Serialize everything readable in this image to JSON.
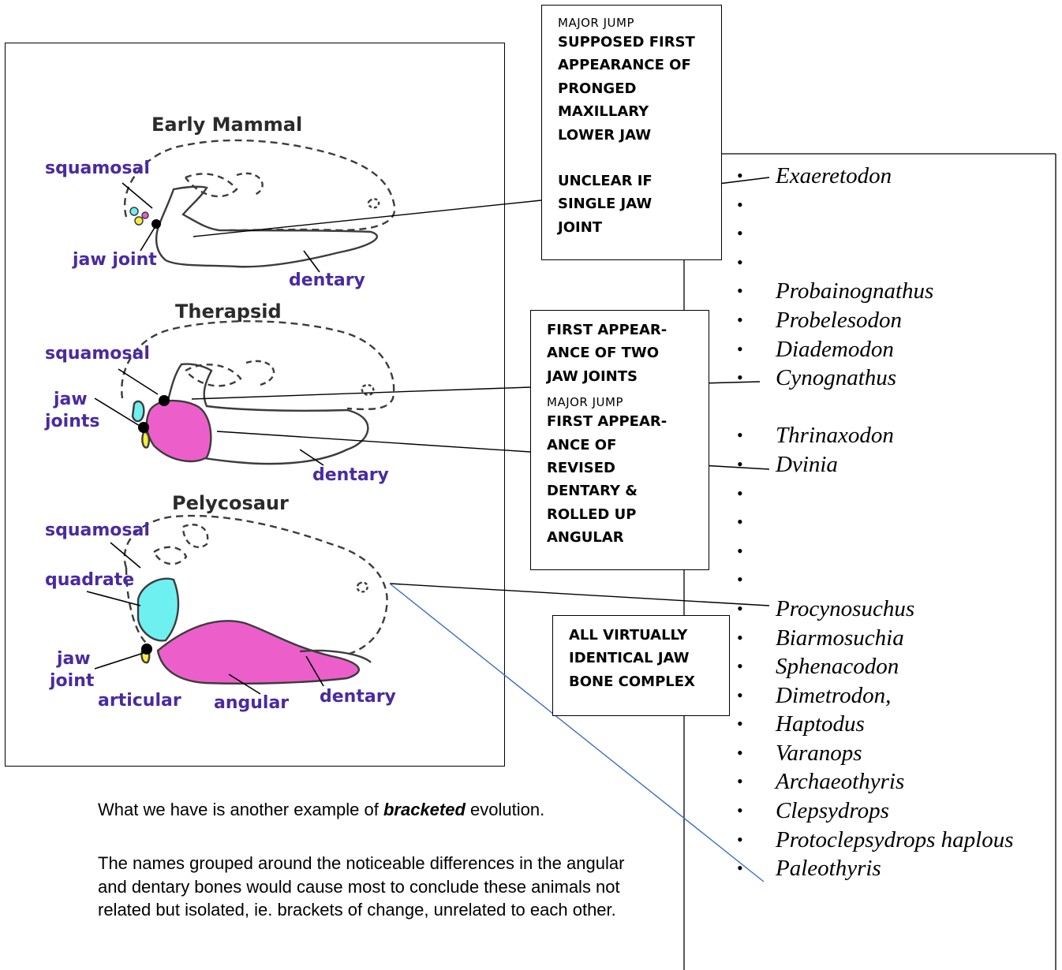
{
  "colors": {
    "label": "#4a2aa0",
    "angular": "#ec5fcb",
    "quadrate": "#6ff0f0",
    "articular": "#f5ee40",
    "connector_blue": "#3b6dbf"
  },
  "diagram": {
    "early_mammal": {
      "title": "Early Mammal",
      "squamosal": "squamosal",
      "jaw_joint": "jaw joint",
      "dentary": "dentary"
    },
    "therapsid": {
      "title": "Therapsid",
      "squamosal": "squamosal",
      "jaw_joints_1": "jaw",
      "jaw_joints_2": "joints",
      "dentary": "dentary"
    },
    "pelycosaur": {
      "title": "Pelycosaur",
      "squamosal": "squamosal",
      "quadrate": "quadrate",
      "jaw_joint_1": "jaw",
      "jaw_joint_2": "joint",
      "articular": "articular",
      "angular": "angular",
      "dentary": "dentary"
    }
  },
  "callouts": {
    "top": {
      "small": "MAJOR JUMP",
      "lines_a": [
        "SUPPOSED FIRST",
        "APPEARANCE OF",
        "PRONGED",
        "MAXILLARY",
        "LOWER JAW"
      ],
      "lines_b": [
        "UNCLEAR IF",
        "SINGLE JAW",
        "JOINT"
      ]
    },
    "middle": {
      "lines_a": [
        "FIRST APPEAR-",
        "ANCE OF TWO",
        "JAW JOINTS"
      ],
      "small": "MAJOR JUMP",
      "lines_b": [
        "FIRST APPEAR-",
        "ANCE OF",
        "REVISED",
        "DENTARY &",
        "ROLLED UP",
        "ANGULAR"
      ]
    },
    "bottom": {
      "lines": [
        "ALL VIRTUALLY",
        "IDENTICAL JAW",
        "BONE COMPLEX"
      ]
    }
  },
  "taxa": [
    "Exaeretodon",
    "",
    "",
    "",
    "Probainognathus",
    "Probelesodon",
    "Diademodon",
    "Cynognathus",
    "Thrinaxodon",
    "Dvinia",
    "",
    "",
    "",
    "",
    "Procynosuchus",
    "Biarmosuchia",
    "Sphenacodon",
    "Dimetrodon,",
    "Haptodus",
    "Varanops",
    "Archaeothyris",
    "Clepsydrops",
    "Protoclepsydrops haplous",
    "Paleothyris"
  ],
  "text": {
    "p1_before": "What we have is another example of ",
    "p1_bold": "bracketed",
    "p1_after": " evolution.",
    "p2": "The names grouped around the noticeable differences in the angular and dentary bones would cause most to conclude these animals not related but isolated, ie. brackets of change, unrelated to each other."
  }
}
